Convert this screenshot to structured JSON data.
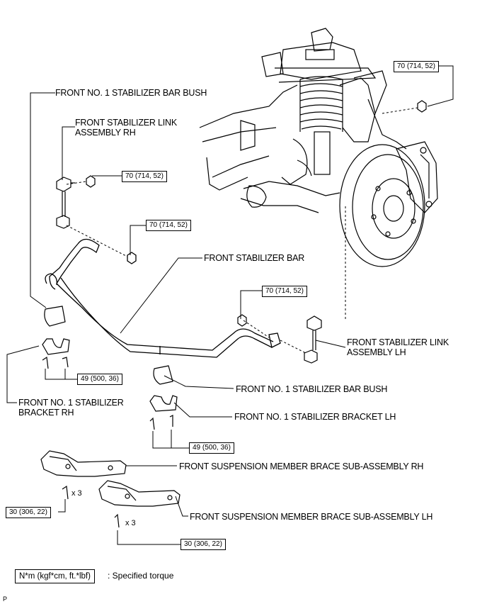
{
  "labels": {
    "bush_rh": "FRONT NO. 1 STABILIZER BAR BUSH",
    "link_rh_line1": "FRONT STABILIZER LINK",
    "link_rh_line2": "ASSEMBLY RH",
    "stabilizer_bar": "FRONT STABILIZER BAR",
    "link_lh_line1": "FRONT STABILIZER LINK",
    "link_lh_line2": "ASSEMBLY LH",
    "bush_lh": "FRONT NO. 1 STABILIZER BAR BUSH",
    "bracket_lh": "FRONT NO. 1 STABILIZER BRACKET LH",
    "bracket_rh_line1": "FRONT NO. 1 STABILIZER",
    "bracket_rh_line2": "BRACKET RH",
    "brace_rh": "FRONT SUSPENSION MEMBER BRACE SUB-ASSEMBLY RH",
    "brace_lh": "FRONT SUSPENSION MEMBER BRACE SUB-ASSEMBLY LH"
  },
  "torques": {
    "t_top": "70 (714, 52)",
    "t_link_rh": "70 (714, 52)",
    "t_bar_nut": "70 (714, 52)",
    "t_link_lh": "70 (714, 52)",
    "t_bracket_rh": "49 (500, 36)",
    "t_bracket_lh": "49 (500, 36)",
    "t_brace_rh": "30 (306, 22)",
    "t_brace_lh": "30 (306, 22)"
  },
  "multipliers": {
    "brace_rh": "x 3",
    "brace_lh": "x 3"
  },
  "legend": {
    "unit": "N*m (kgf*cm, ft.*lbf)",
    "text": ": Specified torque"
  },
  "corner_mark": "P"
}
